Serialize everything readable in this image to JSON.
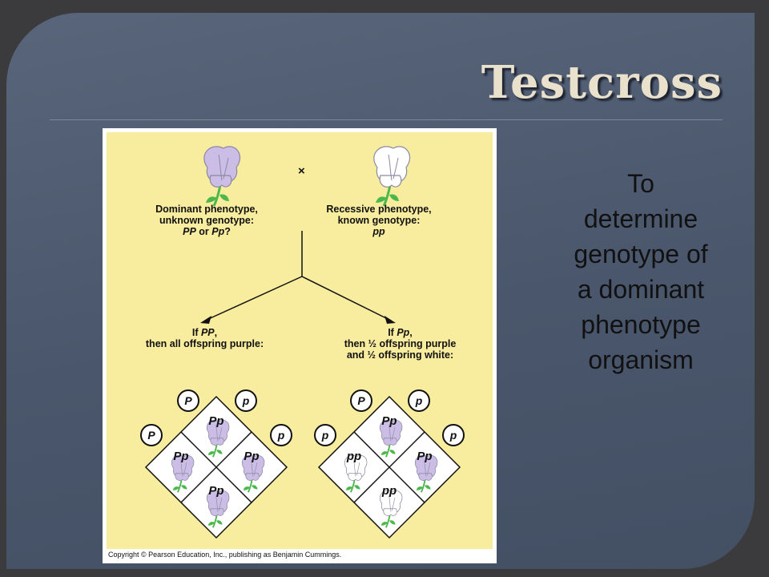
{
  "slide": {
    "title": "Testcross",
    "body_lines": [
      "To",
      "determine",
      "genotype of",
      "a dominant",
      "phenotype",
      "organism"
    ]
  },
  "figure": {
    "cross_symbol": "×",
    "left_parent": {
      "line1": "Dominant phenotype,",
      "line2": "unknown genotype:",
      "line3_pre": "",
      "line3_a": "PP",
      "line3_mid": " or ",
      "line3_b": "Pp",
      "line3_post": "?",
      "flower_color": "#cbbde6"
    },
    "right_parent": {
      "line1": "Recessive phenotype,",
      "line2": "known genotype:",
      "line3": "pp",
      "flower_color": "#ffffff"
    },
    "left_outcome": {
      "line1_pre": "If ",
      "line1_geno": "PP",
      "line1_post": ",",
      "line2": "then all offspring purple:"
    },
    "right_outcome": {
      "line1_pre": "If ",
      "line1_geno": "Pp",
      "line1_post": ",",
      "line2": "then ½ offspring purple",
      "line3": "and ½ offspring white:"
    },
    "left_square": {
      "top_gametes": [
        "P",
        "p"
      ],
      "side_gametes": [
        "P",
        "p"
      ],
      "cells": [
        {
          "genotype": "Pp",
          "color": "purple"
        },
        {
          "genotype": "Pp",
          "color": "purple"
        },
        {
          "genotype": "Pp",
          "color": "purple"
        },
        {
          "genotype": "Pp",
          "color": "purple"
        }
      ]
    },
    "right_square": {
      "top_gametes": [
        "P",
        "p"
      ],
      "side_gametes": [
        "p",
        "p"
      ],
      "cells": [
        {
          "genotype": "Pp",
          "color": "purple"
        },
        {
          "genotype": "pp",
          "color": "white"
        },
        {
          "genotype": "Pp",
          "color": "purple"
        },
        {
          "genotype": "pp",
          "color": "white"
        }
      ]
    },
    "copyright": "Copyright © Pearson Education, Inc., publishing as Benjamin Cummings."
  },
  "colors": {
    "purple_flower": "#cbbde6",
    "white_flower": "#ffffff",
    "stem": "#4cb84c",
    "figure_background": "#f8ec9f",
    "slide_background": "#4b576c",
    "title": "#e9e1cc"
  }
}
